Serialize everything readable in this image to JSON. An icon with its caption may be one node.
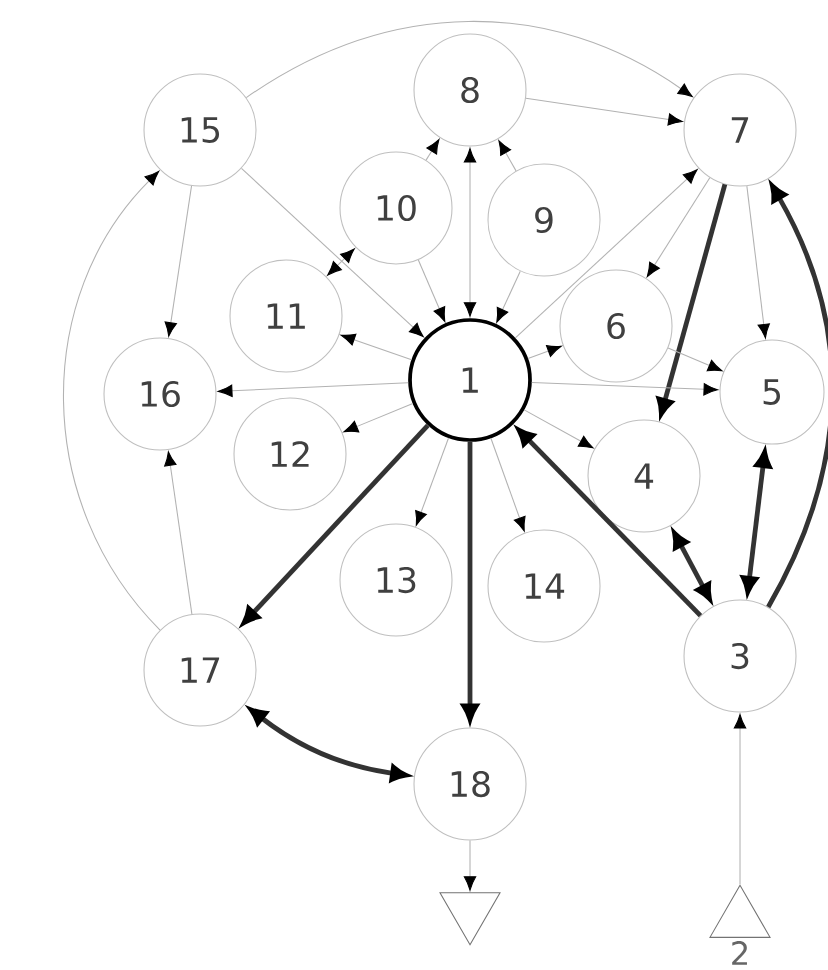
{
  "diagram": {
    "nodes": [
      {
        "text": [
          "1"
        ]
      },
      {
        "text": [
          "2"
        ]
      },
      {
        "text": [
          "3"
        ]
      },
      {
        "text": [
          "4"
        ]
      },
      {
        "text": [
          "5"
        ]
      },
      {
        "text": [
          "6"
        ]
      },
      {
        "text": [
          "7"
        ]
      },
      {
        "text": [
          "8"
        ]
      },
      {
        "text": [
          "9"
        ]
      },
      {
        "text": [
          "10"
        ]
      },
      {
        "text": [
          "11"
        ]
      },
      {
        "text": [
          "12"
        ]
      },
      {
        "text": [
          "13"
        ]
      },
      {
        "text": [
          "14"
        ]
      },
      {
        "text": [
          "15"
        ]
      },
      {
        "text": [
          "16"
        ]
      },
      {
        "text": [
          "17"
        ]
      },
      {
        "text": [
          "18"
        ]
      },
      {
        "text": [],
        "shape": "triangle"
      }
    ],
    "edges": [
      {
        "from": 7,
        "to": 0,
        "arrow": "both"
      },
      {
        "from": 9,
        "to": 7,
        "arrow": "to"
      },
      {
        "from": 8,
        "to": 7,
        "arrow": "to"
      },
      {
        "from": 9,
        "to": 0,
        "arrow": "to"
      },
      {
        "from": 8,
        "to": 0,
        "arrow": "to"
      },
      {
        "from": 7,
        "to": 6,
        "arrow": "to"
      },
      {
        "from": 14,
        "to": 6,
        "arrow": "to"
      },
      {
        "from": 14,
        "to": 15,
        "arrow": "to"
      },
      {
        "from": 16,
        "to": 15,
        "arrow": "to"
      },
      {
        "from": 16,
        "to": 14,
        "arrow": "to"
      },
      {
        "from": 14,
        "to": 0,
        "arrow": "to"
      },
      {
        "from": 10,
        "to": 9,
        "arrow": "both"
      },
      {
        "from": 0,
        "to": 10,
        "arrow": "to"
      },
      {
        "from": 0,
        "to": 15,
        "arrow": "to"
      },
      {
        "from": 0,
        "to": 11,
        "arrow": "to"
      },
      {
        "from": 0,
        "to": 12,
        "arrow": "to"
      },
      {
        "from": 0,
        "to": 13,
        "arrow": "to"
      },
      {
        "from": 0,
        "to": 16,
        "arrow": "to",
        "style": "thick",
        "color": "#333333"
      },
      {
        "from": 0,
        "to": 17,
        "arrow": "to",
        "style": "thick",
        "color": "#333333"
      },
      {
        "from": 2,
        "to": 0,
        "arrow": "to",
        "style": "thick",
        "color": "#333333"
      },
      {
        "from": 16,
        "to": 17,
        "arrow": "both",
        "style": "thick",
        "color": "#333333"
      },
      {
        "from": 17,
        "to": 18,
        "arrow": "to"
      },
      {
        "from": 1,
        "to": 2,
        "arrow": "to"
      },
      {
        "from": 3,
        "to": 2,
        "arrow": "both",
        "style": "thick",
        "color": "#333333"
      },
      {
        "from": 4,
        "to": 2,
        "arrow": "both",
        "style": "thick",
        "color": "#333333"
      },
      {
        "from": 2,
        "to": 6,
        "arrow": "to",
        "style": "thick",
        "color": "#333333"
      },
      {
        "from": 6,
        "to": 3,
        "arrow": "to",
        "style": "thick",
        "color": "#333333"
      },
      {
        "from": 6,
        "to": 4,
        "arrow": "to"
      },
      {
        "from": 6,
        "to": 5,
        "arrow": "to"
      },
      {
        "from": 0,
        "to": 6,
        "arrow": "to"
      },
      {
        "from": 0,
        "to": 5,
        "arrow": "to"
      },
      {
        "from": 0,
        "to": 4,
        "arrow": "to"
      },
      {
        "from": 5,
        "to": 4,
        "arrow": "to"
      },
      {
        "from": 0,
        "to": 3,
        "arrow": "to"
      }
    ]
  }
}
